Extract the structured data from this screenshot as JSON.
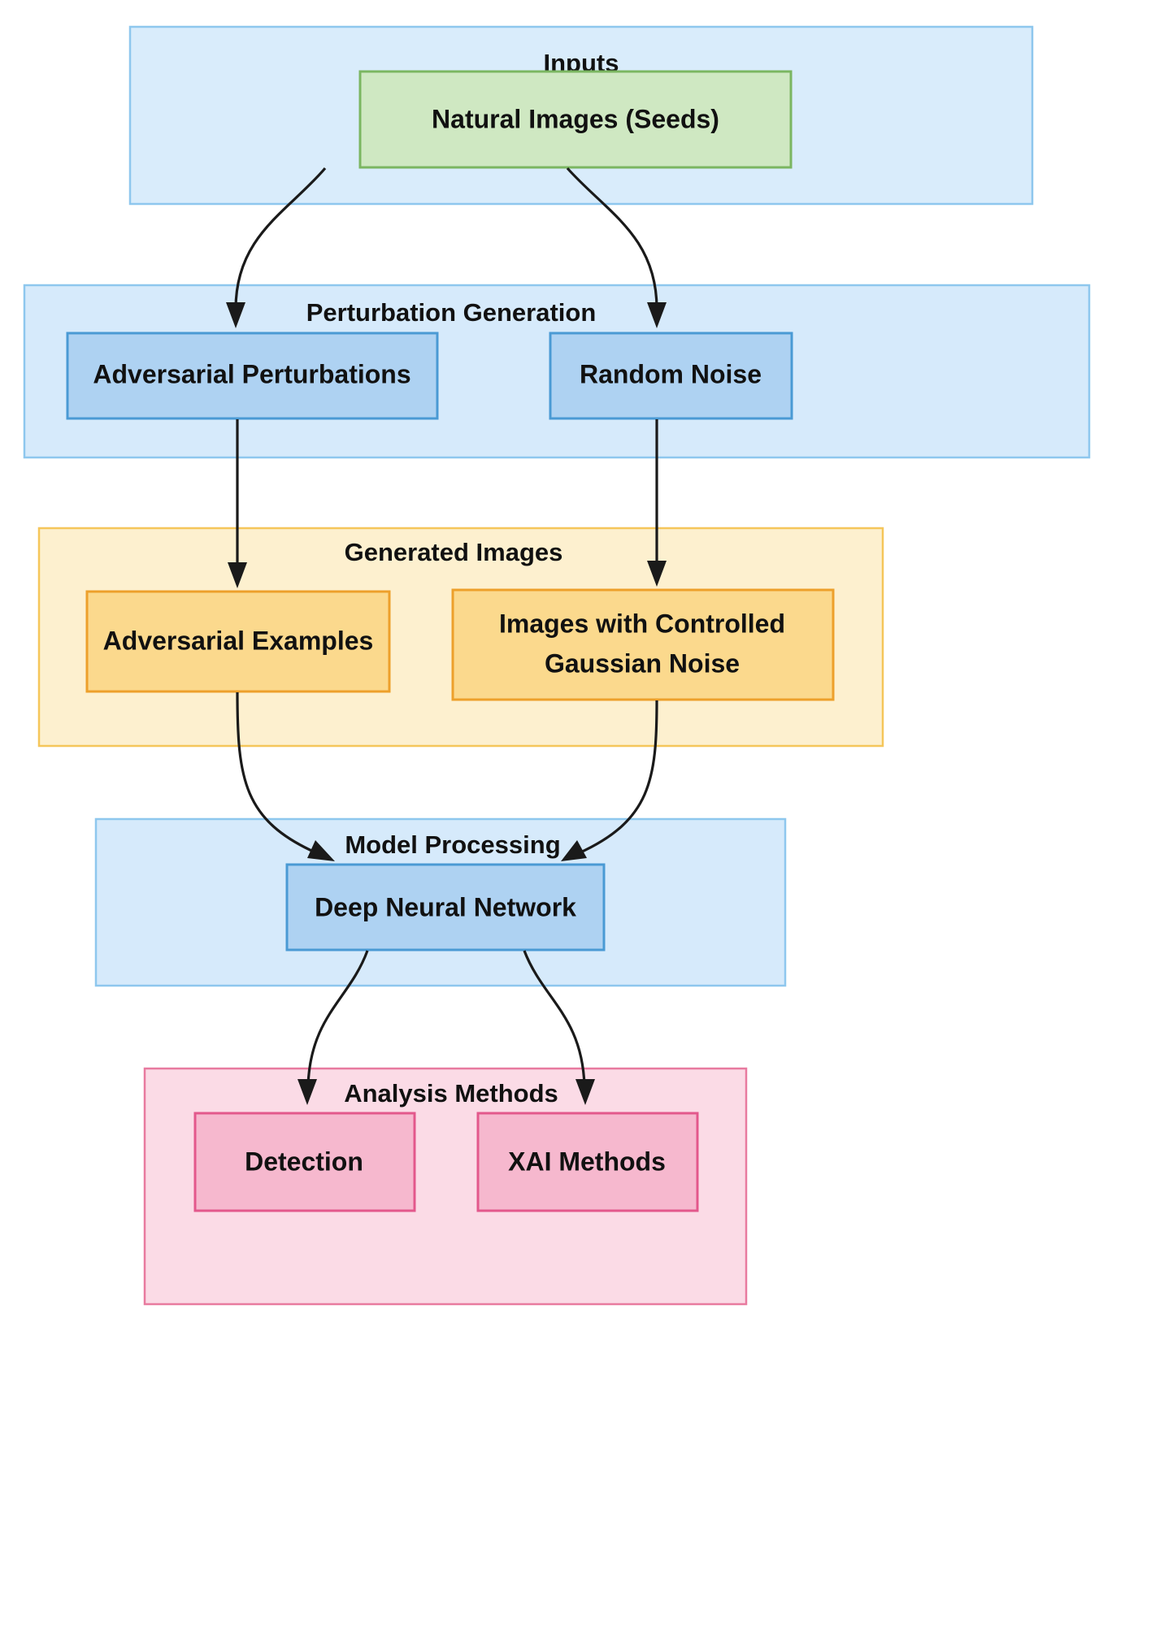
{
  "diagram": {
    "type": "flowchart",
    "direction": "top-to-bottom",
    "background": "#ffffff",
    "clusters": [
      {
        "id": "inputs",
        "title": "Inputs",
        "fill": "#d9ecfb",
        "stroke": "#8ec7ee"
      },
      {
        "id": "perturbation_generation",
        "title": "Perturbation Generation",
        "fill": "#d6eafb",
        "stroke": "#8ec7ee"
      },
      {
        "id": "generated_images",
        "title": "Generated Images",
        "fill": "#fdf0cf",
        "stroke": "#f5c65a"
      },
      {
        "id": "model_processing",
        "title": "Model Processing",
        "fill": "#d6eafb",
        "stroke": "#8ec7ee"
      },
      {
        "id": "analysis_methods",
        "title": "Analysis Methods",
        "fill": "#fbdbe6",
        "stroke": "#e87a9f"
      }
    ],
    "nodes": [
      {
        "id": "natural_images",
        "label": "Natural Images (Seeds)",
        "cluster": "inputs",
        "fill": "#cfe8c2",
        "stroke": "#7bb661"
      },
      {
        "id": "adversarial_perturbations",
        "label": "Adversarial Perturbations",
        "cluster": "perturbation_generation",
        "fill": "#aed2f2",
        "stroke": "#4a9ad4"
      },
      {
        "id": "random_noise",
        "label": "Random Noise",
        "cluster": "perturbation_generation",
        "fill": "#aed2f2",
        "stroke": "#4a9ad4"
      },
      {
        "id": "adversarial_examples",
        "label": "Adversarial Examples",
        "cluster": "generated_images",
        "fill": "#fbd98d",
        "stroke": "#eda02b"
      },
      {
        "id": "gaussian_noise_images",
        "label_line1": "Images with Controlled",
        "label_line2": "Gaussian Noise",
        "cluster": "generated_images",
        "fill": "#fbd98d",
        "stroke": "#eda02b"
      },
      {
        "id": "deep_neural_network",
        "label": "Deep Neural Network",
        "cluster": "model_processing",
        "fill": "#aed2f2",
        "stroke": "#4a9ad4"
      },
      {
        "id": "detection",
        "label": "Detection",
        "cluster": "analysis_methods",
        "fill": "#f6b8ce",
        "stroke": "#e3588c"
      },
      {
        "id": "xai_methods",
        "label": "XAI Methods",
        "cluster": "analysis_methods",
        "fill": "#f6b8ce",
        "stroke": "#e3588c"
      }
    ],
    "edges": [
      {
        "from": "natural_images",
        "to": "adversarial_perturbations"
      },
      {
        "from": "natural_images",
        "to": "random_noise"
      },
      {
        "from": "adversarial_perturbations",
        "to": "adversarial_examples"
      },
      {
        "from": "random_noise",
        "to": "gaussian_noise_images"
      },
      {
        "from": "adversarial_examples",
        "to": "deep_neural_network"
      },
      {
        "from": "gaussian_noise_images",
        "to": "deep_neural_network"
      },
      {
        "from": "deep_neural_network",
        "to": "detection"
      },
      {
        "from": "deep_neural_network",
        "to": "xai_methods"
      }
    ],
    "edge_color": "#1a1a1a"
  }
}
